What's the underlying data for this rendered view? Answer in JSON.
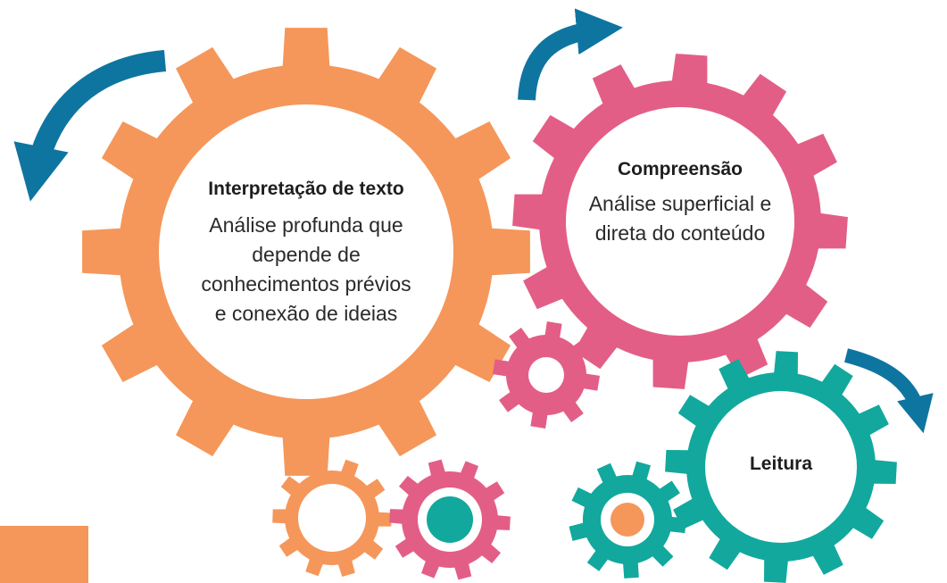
{
  "colors": {
    "orange": "#F5975A",
    "pink": "#E35E86",
    "teal": "#12A89D",
    "arrow": "#0E75A0",
    "center": "#FFFFFF"
  },
  "gears": {
    "interpretacao": {
      "title": "Interpretação de texto",
      "body": "Análise profunda que\ndepende de\nconhecimentos prévios\ne conexão de ideias"
    },
    "compreensao": {
      "title": "Compreensão",
      "body": "Análise superficial e\ndireta do conteúdo"
    },
    "leitura": {
      "title": "Leitura"
    }
  },
  "icons": [
    "curved-arrow-icon",
    "gear-icon"
  ]
}
